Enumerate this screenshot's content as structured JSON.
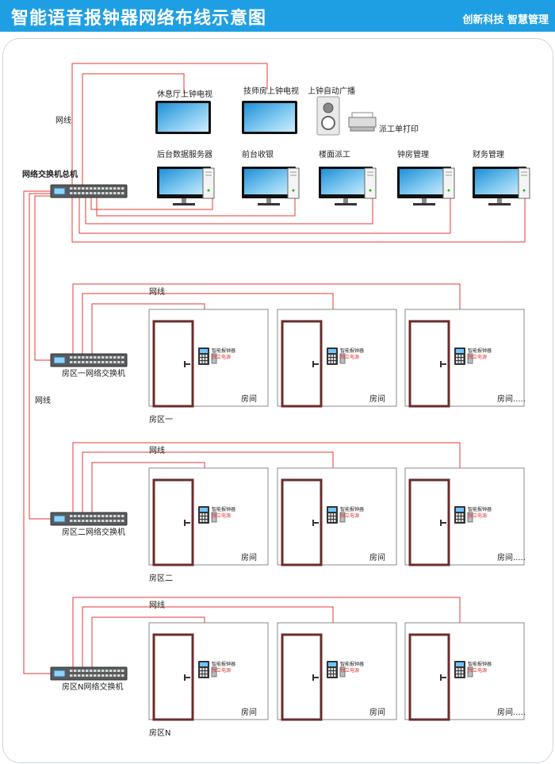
{
  "header": {
    "title": "智能语音报钟器网络布线示意图",
    "slogan": "创新科技 智慧管理"
  },
  "labels": {
    "net_line": "网线",
    "main_switch": "网络交换机总机",
    "break_room_tv": "休息厅上钟电视",
    "tech_room_tv": "技师房上钟电视",
    "auto_broadcast": "上钟自动广播",
    "dispatch_print": "派工单打印",
    "backend_server": "后台数据服务器",
    "front_cashier": "前台收银",
    "floor_dispatch": "楼面派工",
    "clock_room_mgmt": "钟房管理",
    "finance_mgmt": "财务管理",
    "device_line1": "智能报钟器",
    "device_line2": "独立电源",
    "room": "房间",
    "room_more": "房间....."
  },
  "zones": [
    {
      "switch_label": "房区一网络交换机",
      "zone_label": "房区一"
    },
    {
      "switch_label": "房区二网络交换机",
      "zone_label": "房区二"
    },
    {
      "switch_label": "房区N网络交换机",
      "zone_label": "房区N"
    }
  ],
  "colors": {
    "header_bg": "#1f9fe3",
    "cable": "#e53935",
    "switch_body": "#5a5a5a",
    "screen_start": "#1f8fd6",
    "screen_end": "#bfe6fb",
    "door_frame": "#6a2c2c"
  }
}
